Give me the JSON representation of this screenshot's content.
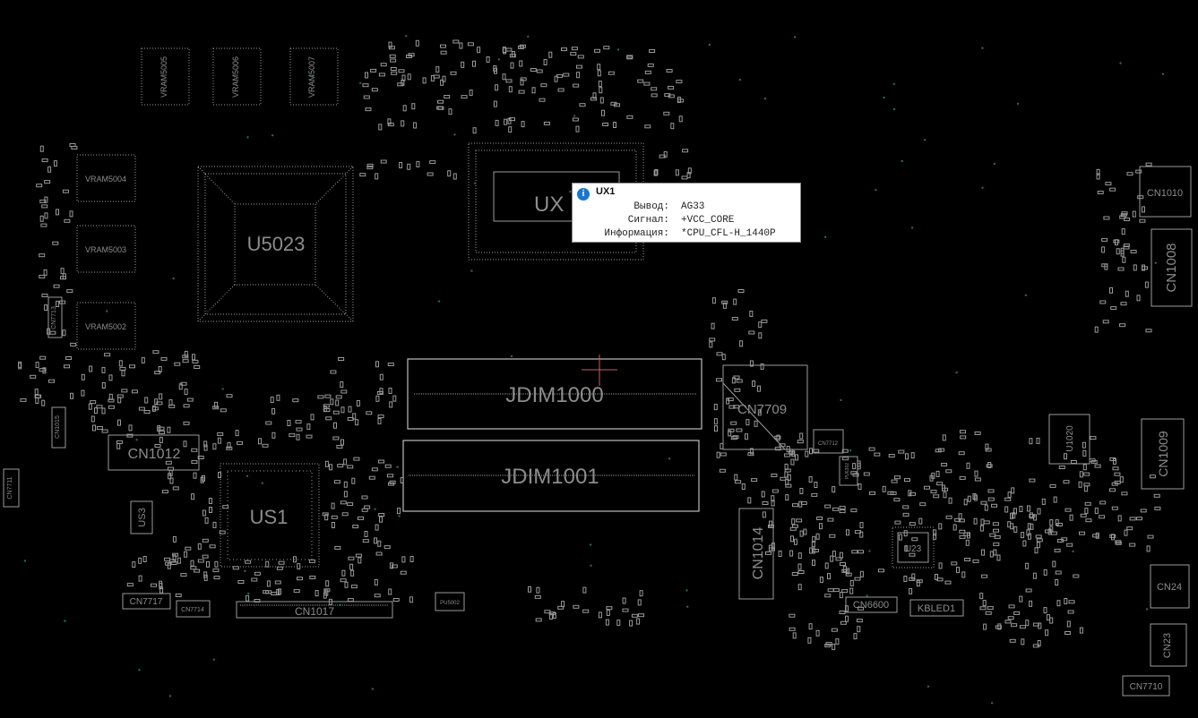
{
  "tooltip": {
    "title": "UX1",
    "rows": [
      {
        "key": "Вывод:",
        "value": "AG33"
      },
      {
        "key": "Сигнал:",
        "value": "+VCC_CORE"
      },
      {
        "key": "Информация:",
        "value": "*CPU_CFL-H_1440P"
      }
    ],
    "icon": "info-icon"
  },
  "components": {
    "vram5005": "VRAM5005",
    "vram5006": "VRAM5006",
    "vram5007": "VRAM5007",
    "vram5004": "VRAM5004",
    "vram5003": "VRAM5003",
    "vram5002": "VRAM5002",
    "u5023": "U5023",
    "ux1": "UX",
    "jdim1000": "JDIM1000",
    "jdim1001": "JDIM1001",
    "cn7709": "CN7709",
    "cn1012": "CN1012",
    "us1": "US1",
    "us3": "US3",
    "cn7717": "CN7717",
    "cn7714": "CN7714",
    "cn1017": "CN1017",
    "pu5002": "PU5002",
    "cn1014": "CN1014",
    "cn6600": "CN6600",
    "kbled1": "KBLED1",
    "u23": "U23",
    "cn7712": "CN7712",
    "u1020": "U1020",
    "cn1010": "CN1010",
    "cn1008": "CN1008",
    "cn1009": "CN1009",
    "cn24": "CN24",
    "cn23": "CN23",
    "cn7710": "CN7710",
    "cn7711": "CN7711",
    "cn7713": "CN7713",
    "cn1015": "CN1015",
    "pu6302": "PU6302"
  },
  "colors": {
    "background": "#000000",
    "outline": "#9a9a9a",
    "via": "#1a6e63",
    "tooltip_icon": "#1976d2",
    "cursor": "#c0606a"
  }
}
